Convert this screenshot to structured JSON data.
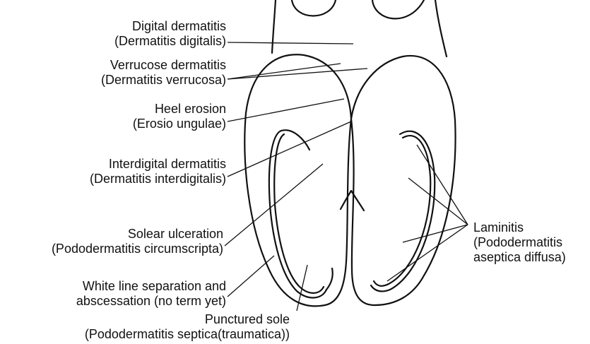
{
  "labels": {
    "digital": {
      "line1": "Digital dermatitis",
      "line2": "(Dermatitis digitalis)"
    },
    "verrucose": {
      "line1": "Verrucose dermatitis",
      "line2": "(Dermatitis verrucosa)"
    },
    "heel": {
      "line1": "Heel erosion",
      "line2": "(Erosio ungulae)"
    },
    "interdigital": {
      "line1": "Interdigital dermatitis",
      "line2": "(Dermatitis interdigitalis)"
    },
    "solear": {
      "line1": "Solear ulceration",
      "line2": "(Pododermatitis circumscripta)"
    },
    "whiteline": {
      "line1": "White line separation and",
      "line2": "abscessation (no term yet)"
    },
    "punctured": {
      "line1": "Punctured sole",
      "line2": "(Pododermatitis septica(traumatica))"
    },
    "laminitis": {
      "line1": "Laminitis",
      "line2": "(Pododermatitis",
      "line3": "aseptica diffusa)"
    }
  },
  "colors": {
    "ink": "#111111",
    "background": "#ffffff"
  }
}
